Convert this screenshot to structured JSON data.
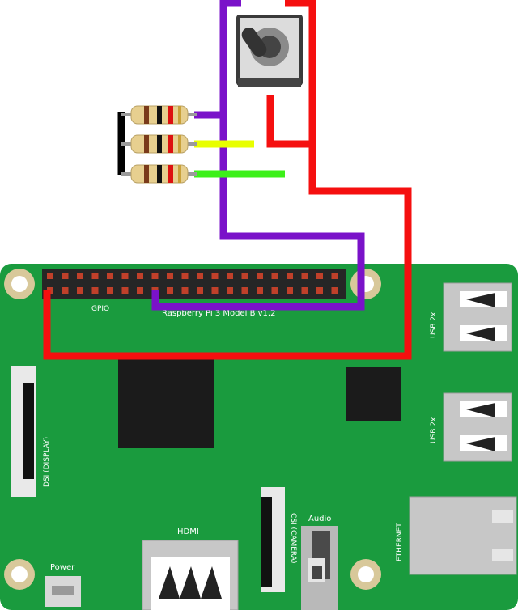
{
  "board": {
    "model_text": "Raspberry Pi 3 Model B v1.2",
    "color_pcb": "#1a9b3e",
    "color_pcb_edge": "#117a2e"
  },
  "labels": {
    "gpio": "GPIO",
    "usb_top": "USB 2x",
    "usb_bottom": "USB 2x",
    "dsi": "DSI (DISPLAY)",
    "hdmi": "HDMI",
    "csi": "CSI (CAMERA)",
    "audio": "Audio",
    "ethernet": "ETHERNET",
    "power": "Power"
  },
  "wires": {
    "colors": {
      "purple": "#7a12c9",
      "red": "#f50f0f",
      "yellow": "#e8ff00",
      "green": "#3cf019",
      "black": "#000000"
    }
  },
  "components": {
    "potentiometer": "potentiometer",
    "resistors": [
      "resistor-1",
      "resistor-2",
      "resistor-3"
    ]
  }
}
